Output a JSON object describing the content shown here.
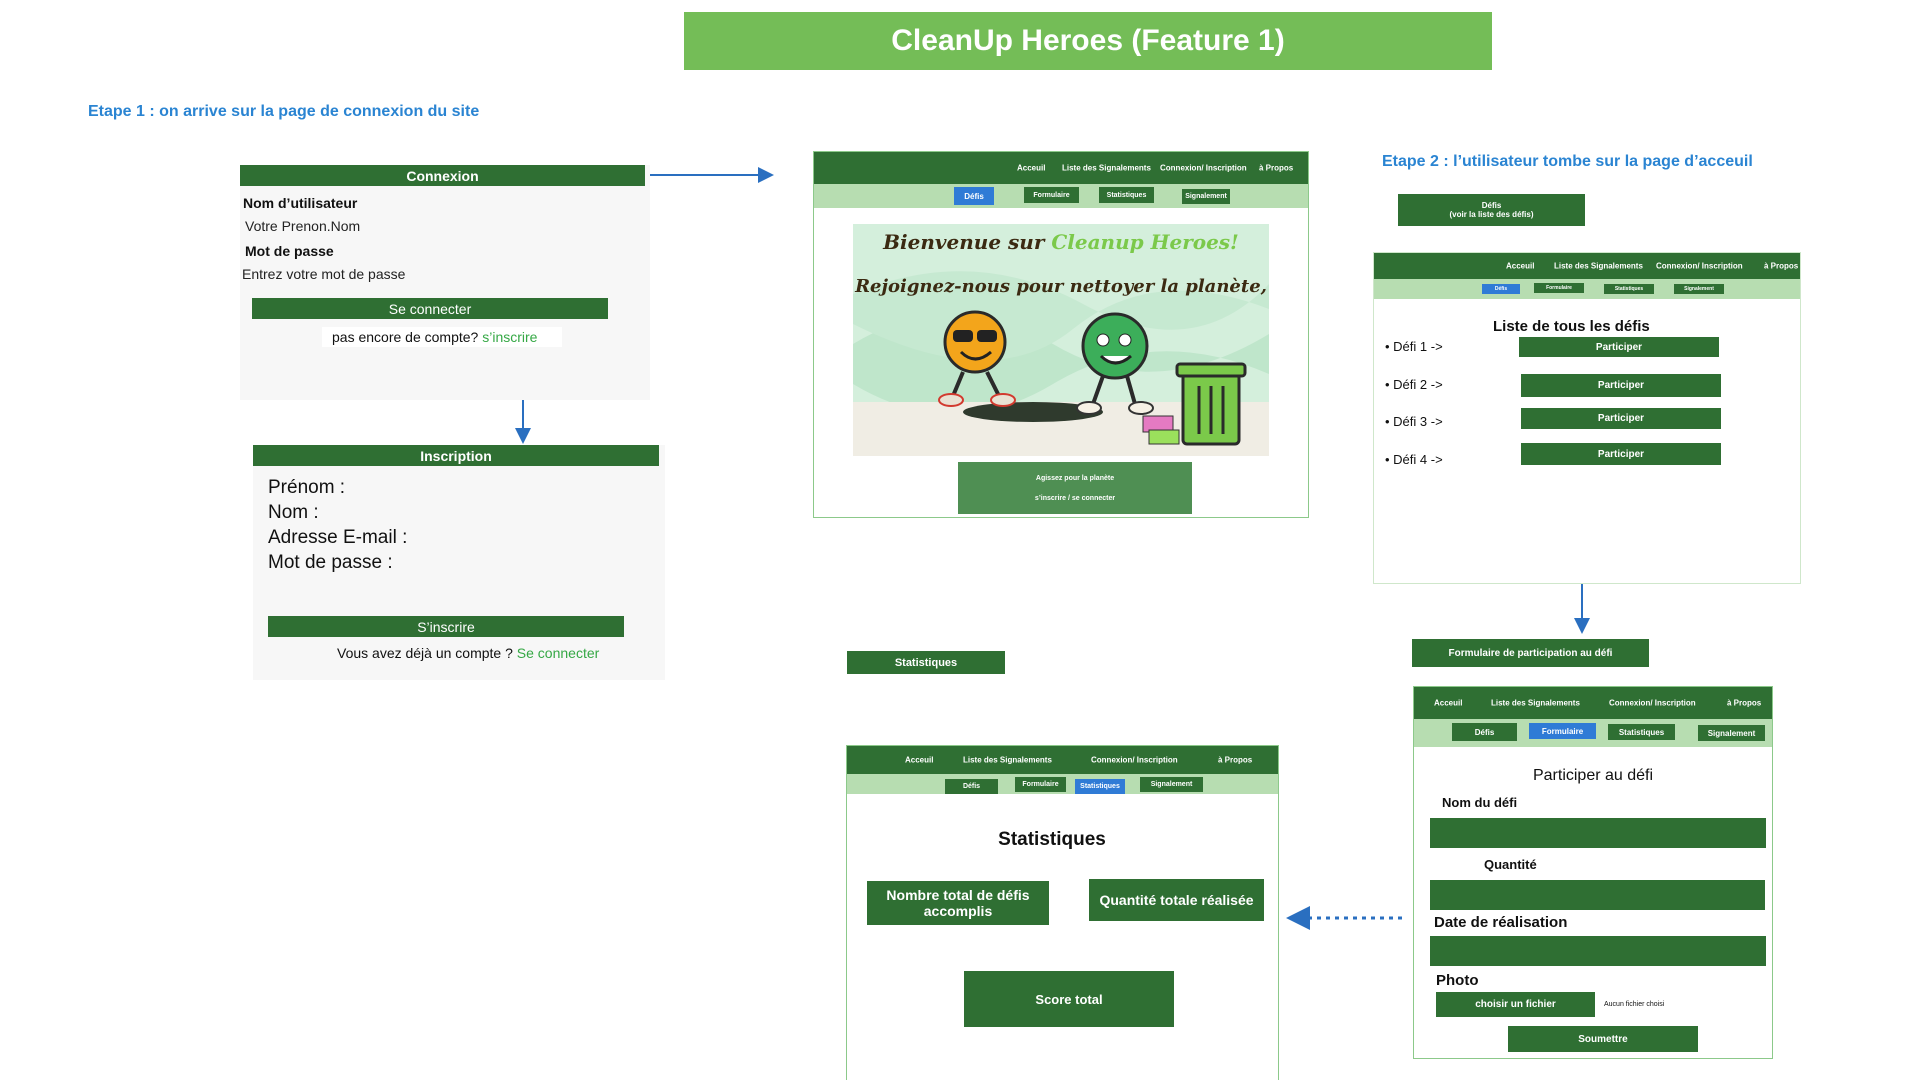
{
  "title": "CleanUp Heroes (Feature 1)",
  "step1": "Etape 1 : on arrive sur la page de connexion du site",
  "step2": "Etape 2 : l’utilisateur tombe sur la page d’acceuil",
  "login": {
    "header": "Connexion",
    "username_label": "Nom d’utilisateur",
    "username_placeholder": "Votre Prenon.Nom",
    "password_label": "Mot de passe",
    "password_placeholder": "Entrez votre mot de passe",
    "submit": "Se connecter",
    "no_account": "pas encore de compte?",
    "signup_link": "s’inscrire"
  },
  "signup": {
    "header": "Inscription",
    "fields": [
      "Prénom :",
      "Nom :",
      "Adresse E-mail :",
      "Mot de passe :"
    ],
    "submit": "S’inscrire",
    "have_account": "Vous avez déjà un compte ?",
    "login_link": "Se connecter"
  },
  "nav": {
    "home": "Acceuil",
    "reports": "Liste des Signalements",
    "login": "Connexion/ Inscription",
    "about": "à Propos"
  },
  "tabs": {
    "defis": "Défis",
    "formulaire": "Formulaire",
    "statistiques": "Statistiques",
    "signalement": "Signalement"
  },
  "home": {
    "hero_line1": "Bienvenue sur",
    "hero_brand": "Cleanup Heroes!",
    "hero_line2": "Rejoignez-nous pour nettoyer la planète,",
    "cta_line1": "Agissez pour la planète",
    "cta_line2": "s’inscrire / se connecter"
  },
  "defis_label": {
    "line1": "Défis",
    "line2": "(voir la liste des défis)"
  },
  "challenges": {
    "title": "Liste de tous les  défis",
    "items": [
      "• Défi 1   ->",
      "• Défi 2  ->",
      "• Défi 3  ->",
      "• Défi 4 ->"
    ],
    "button": "Participer"
  },
  "form_label": "Formulaire de participation au défi",
  "form": {
    "title": "Participer au défi",
    "name_label": "Nom du défi",
    "qty_label": "Quantité",
    "date_label": "Date de réalisation",
    "photo_label": "Photo",
    "file_button": "choisir un fichier",
    "file_none": "Aucun fichier choisi",
    "submit": "Soumettre"
  },
  "stats_label": "Statistiques",
  "stats": {
    "title": "Statistiques",
    "total_defis": "Nombre total de défis accomplis",
    "total_qty": "Quantité totale réalisée",
    "score": "Score total"
  },
  "colors": {
    "dark_green": "#2f6f33",
    "title_green": "#74bd57",
    "accent_blue": "#2a84d2",
    "link_green": "#35a845"
  }
}
